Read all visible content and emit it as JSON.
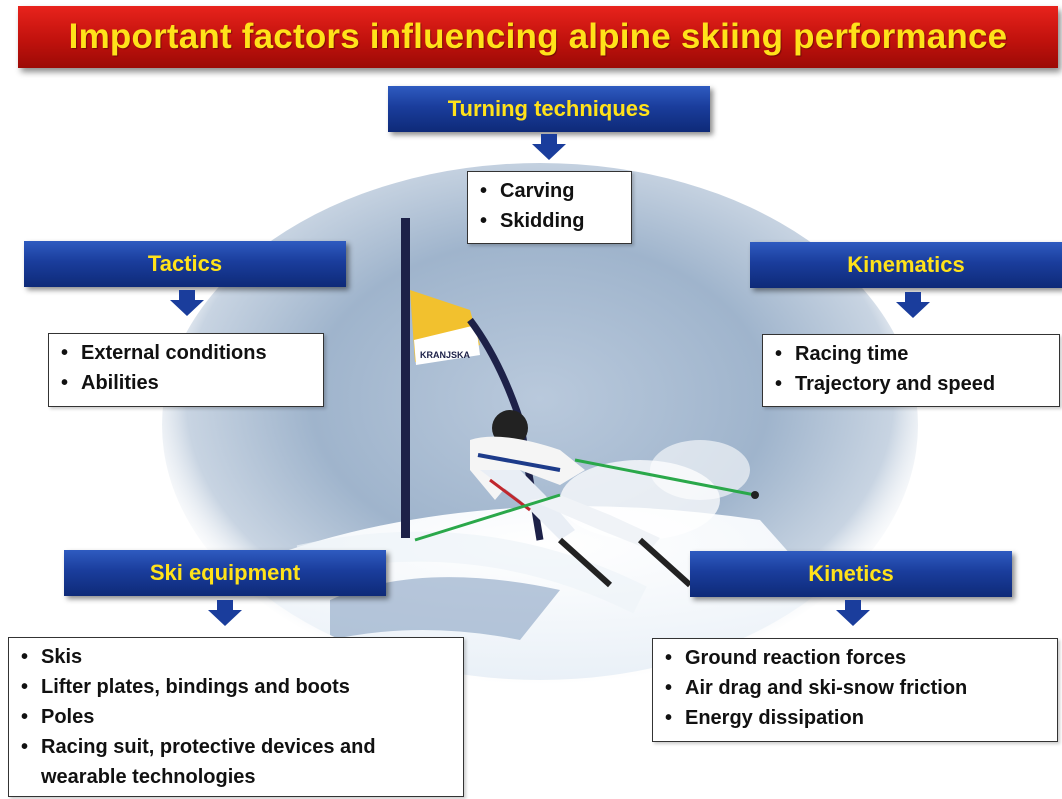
{
  "title": "Important factors influencing alpine skiing performance",
  "image": {
    "description_icon": "skier-photo",
    "gate_flag_text": "KRANJSKA"
  },
  "factors": {
    "turning": {
      "label": "Turning techniques",
      "items": [
        "Carving",
        "Skidding"
      ]
    },
    "tactics": {
      "label": "Tactics",
      "items": [
        "External conditions",
        "Abilities"
      ]
    },
    "kinematics": {
      "label": "Kinematics",
      "items": [
        "Racing time",
        "Trajectory and speed"
      ]
    },
    "equipment": {
      "label": "Ski equipment",
      "items": [
        "Skis",
        "Lifter plates, bindings and boots",
        "Poles",
        "Racing suit, protective devices and",
        "wearable technologies"
      ]
    },
    "kinetics": {
      "label": "Kinetics",
      "items": [
        "Ground reaction forces",
        "Air drag and ski-snow friction",
        "Energy dissipation"
      ]
    }
  },
  "colors": {
    "title_bg": "#c1120d",
    "title_text": "#ffe21a",
    "header_bg": "#1a3d9c",
    "header_text": "#ffe21a"
  }
}
